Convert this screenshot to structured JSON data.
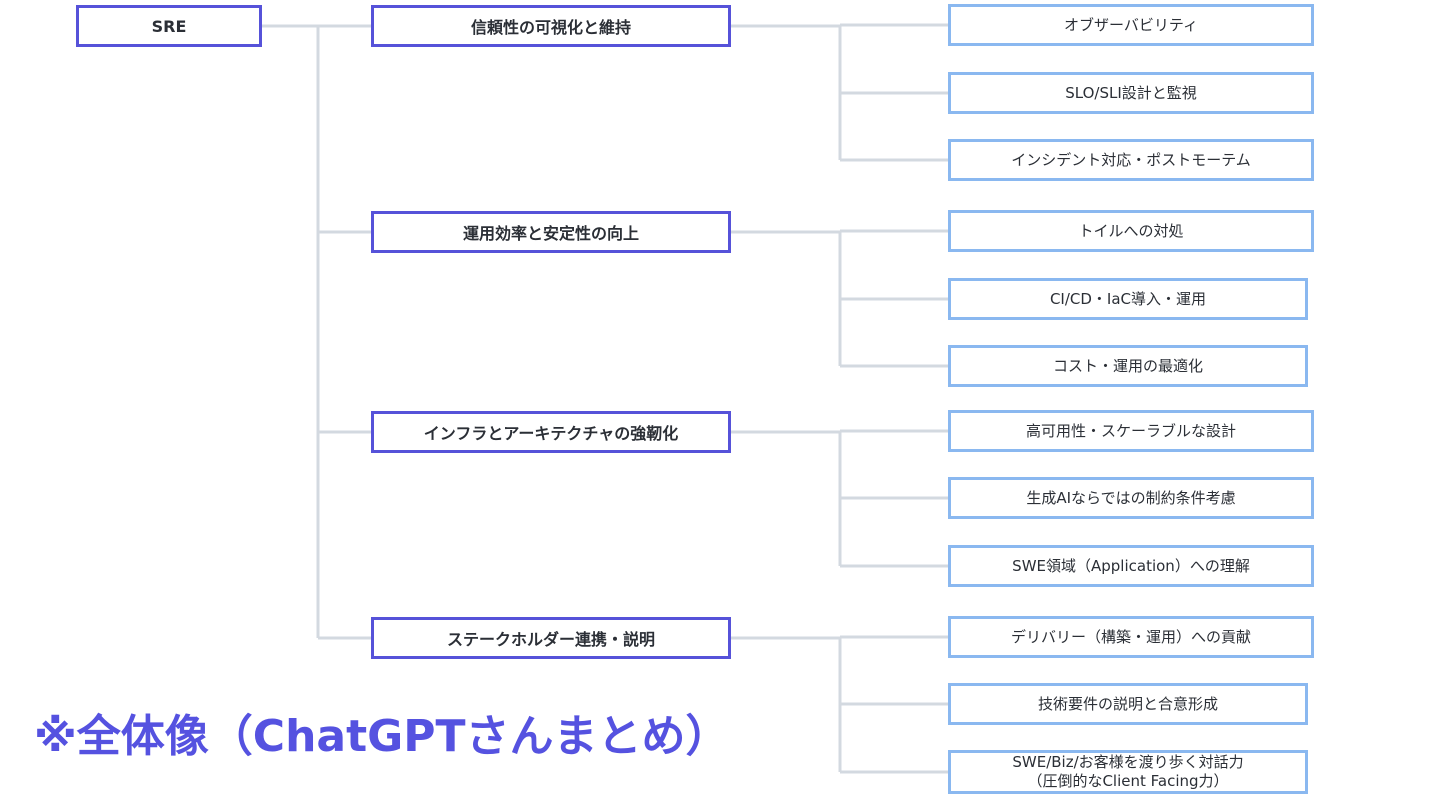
{
  "root": {
    "label": "SRE"
  },
  "categories": [
    {
      "label": "信頼性の可視化と維持",
      "items": [
        {
          "label": "オブザーバビリティ"
        },
        {
          "label": "SLO/SLI設計と監視"
        },
        {
          "label": "インシデント対応・ポストモーテム"
        }
      ]
    },
    {
      "label": "運用効率と安定性の向上",
      "items": [
        {
          "label": "トイルへの対処"
        },
        {
          "label": "CI/CD・IaC導入・運用"
        },
        {
          "label": "コスト・運用の最適化"
        }
      ]
    },
    {
      "label": "インフラとアーキテクチャの強靭化",
      "items": [
        {
          "label": "高可用性・スケーラブルな設計"
        },
        {
          "label": "生成AIならではの制約条件考慮"
        },
        {
          "label": "SWE領域（Application）への理解"
        }
      ]
    },
    {
      "label": "ステークホルダー連携・説明",
      "items": [
        {
          "label": "デリバリー（構築・運用）への貢献"
        },
        {
          "label": "技術要件の説明と合意形成"
        },
        {
          "label": "SWE/Biz/お客様を渡り歩く対話力",
          "label2": "（圧倒的なClient Facing力）"
        }
      ]
    }
  ],
  "footnote": "※全体像（ChatGPTさんまとめ）",
  "colors": {
    "connector": "#d3d9e0",
    "root_border": "#5652d9",
    "leaf_border": "#8ab8f0",
    "footnote": "#5552e0"
  }
}
